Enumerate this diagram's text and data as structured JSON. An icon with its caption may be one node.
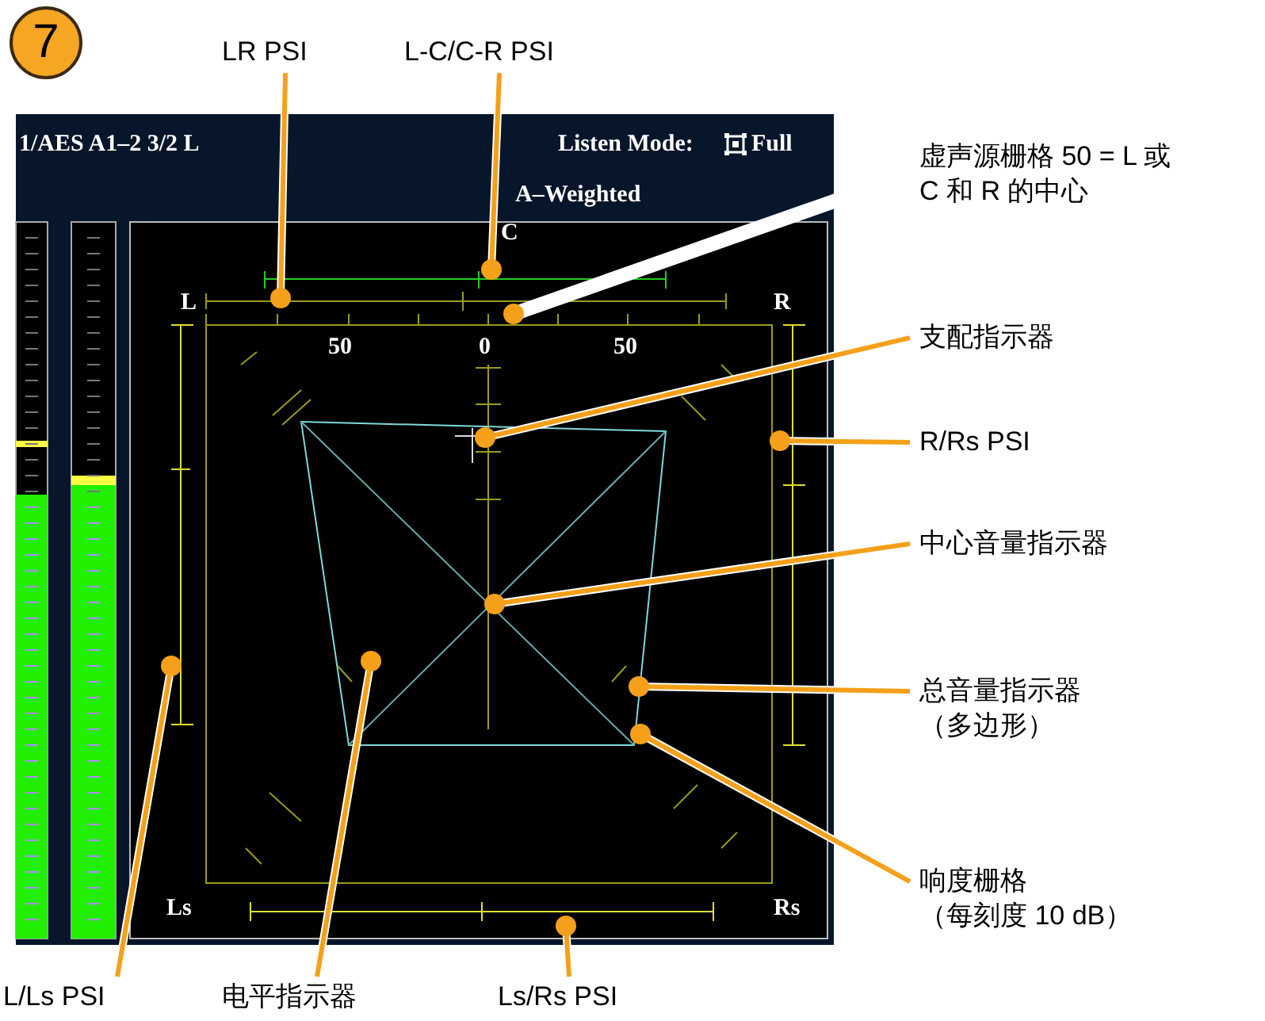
{
  "diagram": {
    "nodes": [
      {
        "text": [
          "7"
        ]
      },
      {
        "text": [
          "LR PSI"
        ]
      },
      {
        "text": [
          "L-C/C-R PSI"
        ]
      },
      {
        "text": [
          "虚声源栅格 50 = L 或 C 和 R 的中心"
        ]
      },
      {
        "text": [
          "支配指示器"
        ]
      },
      {
        "text": [
          "R/Rs PSI"
        ]
      },
      {
        "text": [
          "中心音量指示器"
        ]
      },
      {
        "text": [
          "总音量指示器",
          "（多边形）"
        ]
      },
      {
        "text": [
          "响度栅格",
          "（每刻度 10 dB）"
        ]
      },
      {
        "text": [
          "L/Ls PSI"
        ]
      },
      {
        "text": [
          "电平指示器"
        ]
      },
      {
        "text": [
          "Ls/Rs PSI"
        ]
      }
    ],
    "edges": [
      {
        "from": 1,
        "to": null,
        "arrow": "other"
      },
      {
        "from": 2,
        "to": null,
        "arrow": "other"
      },
      {
        "from": 3,
        "to": null,
        "arrow": "other",
        "style": "thick",
        "color": "#ffffff"
      },
      {
        "from": 4,
        "to": null,
        "arrow": "other"
      },
      {
        "from": 5,
        "to": null,
        "arrow": "other"
      },
      {
        "from": 6,
        "to": null,
        "arrow": "other"
      },
      {
        "from": 7,
        "to": null,
        "arrow": "other"
      },
      {
        "from": 8,
        "to": null,
        "arrow": "other"
      },
      {
        "from": 9,
        "to": null,
        "arrow": "other"
      },
      {
        "from": 10,
        "to": null,
        "arrow": "other"
      },
      {
        "from": 11,
        "to": null,
        "arrow": "other"
      }
    ],
    "labels": [
      "1/AES A1–2 3/2 L",
      "Listen Mode:",
      "Full",
      "A–Weighted",
      "C",
      "L",
      "R",
      "50",
      "0",
      "50",
      "Ls",
      "Rs"
    ]
  }
}
